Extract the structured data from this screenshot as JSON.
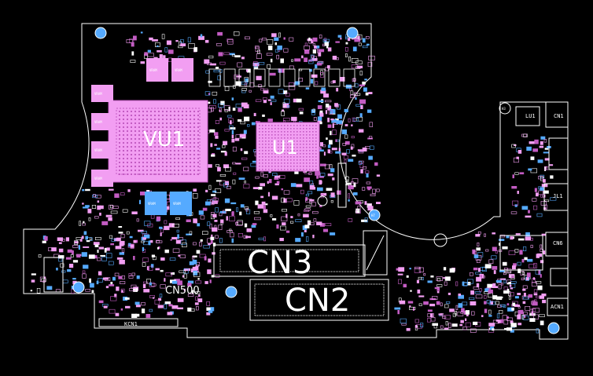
{
  "colors": {
    "background": "#000000",
    "outline": "#ffffff",
    "pink": "#f29ef2",
    "blue": "#55aaff",
    "violet": "#c35cc3"
  },
  "labels": {
    "gpu": "VU1",
    "cpu": "U1",
    "cn3": "CN3",
    "cn2": "CN2",
    "cn500": "CN500",
    "kcn1": "KCN1",
    "cn4": "CN4",
    "lu1": "LU1",
    "cn1": "CN1",
    "jl1": "JL1",
    "cn6": "CN6",
    "acn1": "ACN1",
    "vram": "VRAM",
    "h3": "H3",
    "h7": "H7"
  }
}
